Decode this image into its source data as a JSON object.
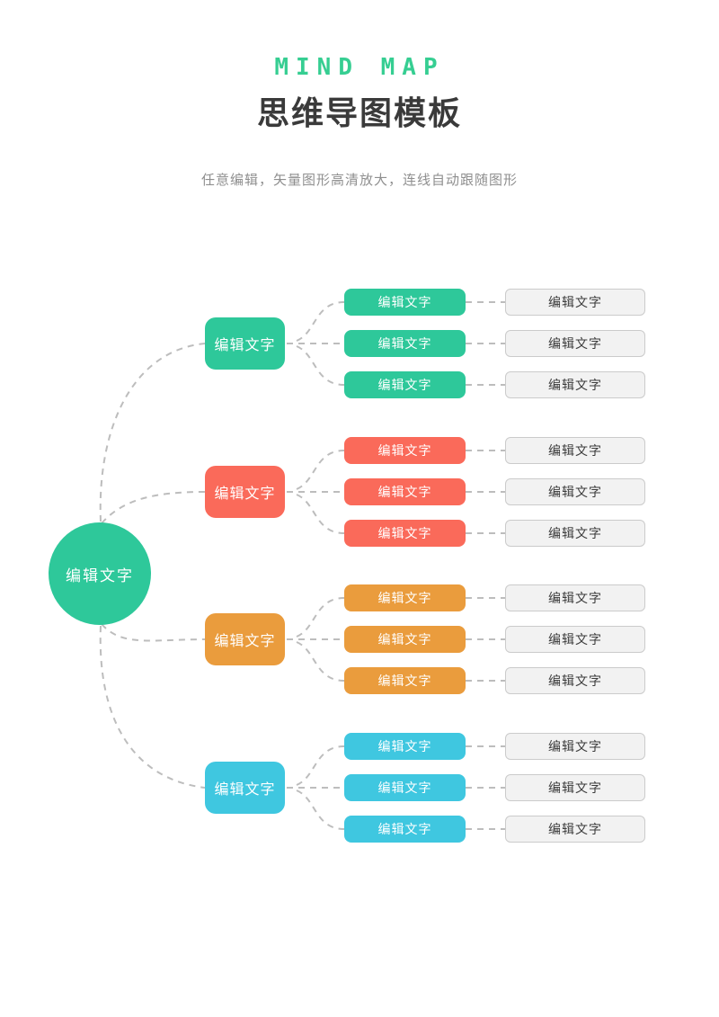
{
  "header": {
    "title": "MIND MAP",
    "subtitle": "思维导图模板",
    "description": "任意编辑，矢量图形高清放大，连线自动跟随图形"
  },
  "colors": {
    "title": "#36CE92",
    "heading_text": "#3A3A3A",
    "description_text": "#8F8F8F",
    "line": "#BDBDBD",
    "note_bg": "#F2F2F2",
    "note_border": "#CBCBCB",
    "note_text": "#3B3B3B"
  },
  "mindmap": {
    "root": {
      "label": "编辑文字",
      "color": "#2EC89A"
    },
    "branches": [
      {
        "label": "编辑文字",
        "color": "#2EC89A",
        "children": [
          {
            "label": "编辑文字",
            "note": "编辑文字"
          },
          {
            "label": "编辑文字",
            "note": "编辑文字"
          },
          {
            "label": "编辑文字",
            "note": "编辑文字"
          }
        ]
      },
      {
        "label": "编辑文字",
        "color": "#FA6A5A",
        "children": [
          {
            "label": "编辑文字",
            "note": "编辑文字"
          },
          {
            "label": "编辑文字",
            "note": "编辑文字"
          },
          {
            "label": "编辑文字",
            "note": "编辑文字"
          }
        ]
      },
      {
        "label": "编辑文字",
        "color": "#EA9C3D",
        "children": [
          {
            "label": "编辑文字",
            "note": "编辑文字"
          },
          {
            "label": "编辑文字",
            "note": "编辑文字"
          },
          {
            "label": "编辑文字",
            "note": "编辑文字"
          }
        ]
      },
      {
        "label": "编辑文字",
        "color": "#3FC7E0",
        "children": [
          {
            "label": "编辑文字",
            "note": "编辑文字"
          },
          {
            "label": "编辑文字",
            "note": "编辑文字"
          },
          {
            "label": "编辑文字",
            "note": "编辑文字"
          }
        ]
      }
    ]
  }
}
